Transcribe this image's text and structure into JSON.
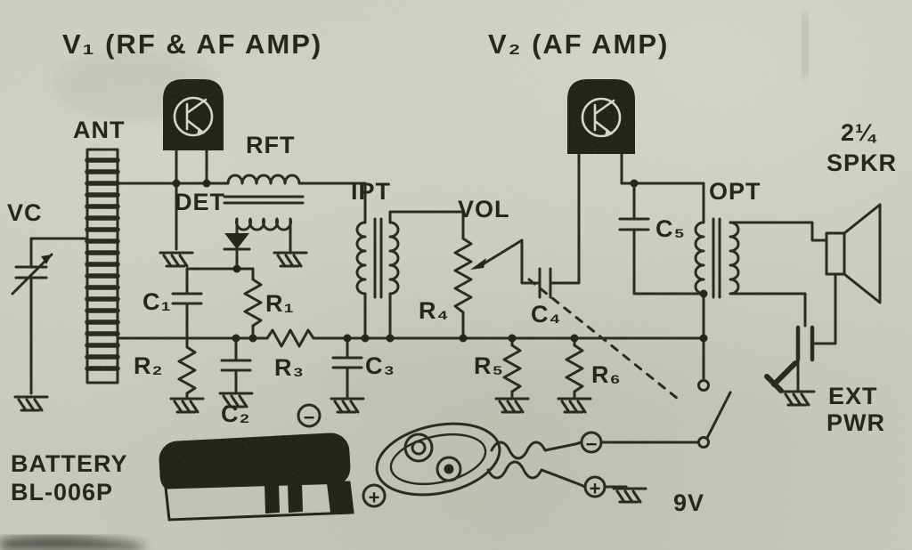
{
  "colors": {
    "paper": "#caccbf",
    "ink": "#1d1c15"
  },
  "titles": {
    "v1": "V₁ (RF & AF AMP)",
    "v2": "V₂ (AF AMP)"
  },
  "labels": {
    "ant": "ANT",
    "rft": "RFT",
    "vc": "VC",
    "det": "DET",
    "ipt": "IPT",
    "vol": "VOL",
    "opt": "OPT",
    "spkr_size": "2¼",
    "spkr": "SPKR",
    "ext": "EXT",
    "pwr": "PWR",
    "battery_line1": "BATTERY",
    "battery_line2": "BL-006P",
    "supply_voltage": "9V"
  },
  "components": {
    "c1": "C₁",
    "c2": "C₂",
    "c3": "C₃",
    "c4": "C₄",
    "c5": "C₅",
    "r1": "R₁",
    "r2": "R₂",
    "r3": "R₃",
    "r4": "R₄",
    "r5": "R₅",
    "r6": "R₆"
  },
  "polarity": {
    "minus": "−",
    "plus": "+"
  }
}
